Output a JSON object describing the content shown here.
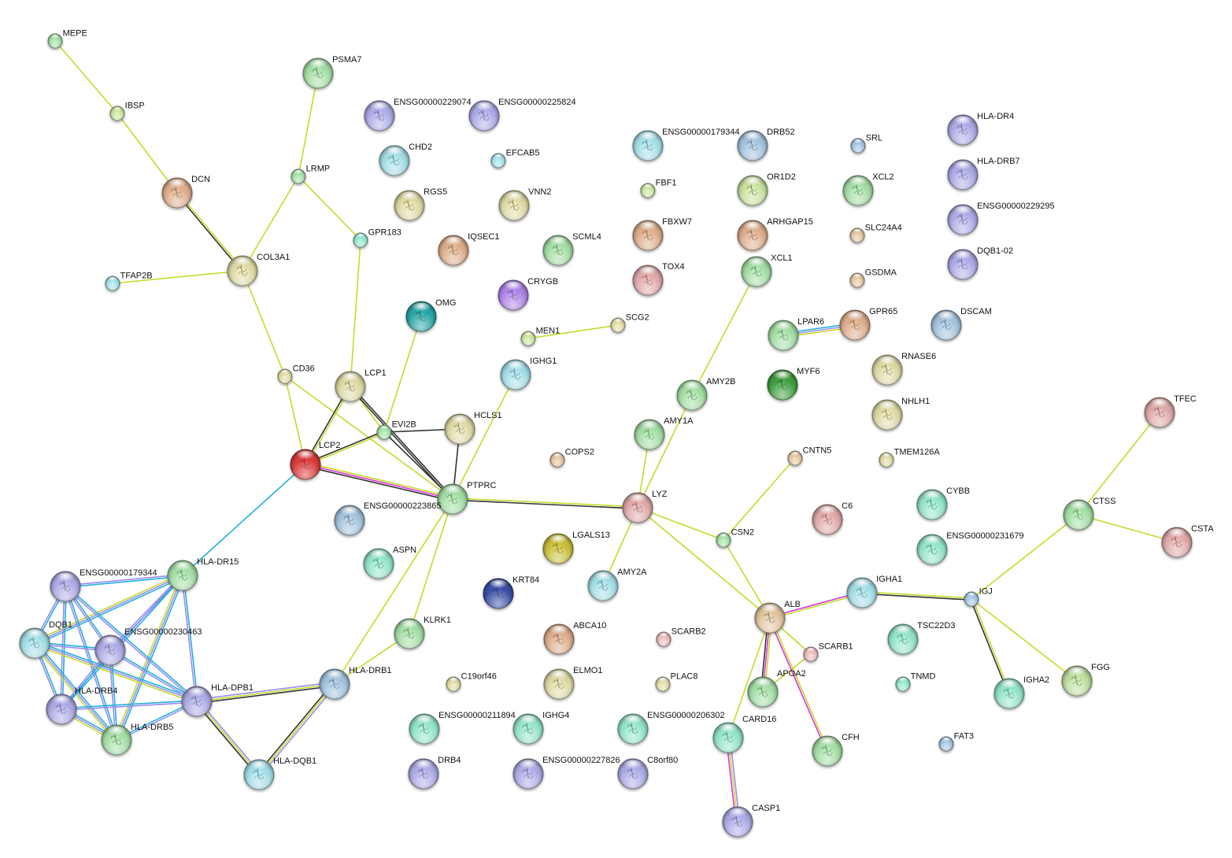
{
  "title": "Protein interaction network",
  "edge_colors": {
    "textmining": "#c6da2b",
    "coexpression": "#333333",
    "experiments": "#dd33dd",
    "databases": "#22b0d8",
    "homology": "#9a8cf0"
  },
  "node_colors": {
    "green": "#9fd6a0",
    "lime": "#c2da9a",
    "olive": "#d6d2a0",
    "tan": "#d8bf9a",
    "brown": "#d6a888",
    "pink": "#d8a4a4",
    "red": "#d43a3a",
    "blue": "#9fbcd6",
    "cyan": "#9fd6de",
    "teal": "#2aa0a0",
    "violet": "#a8a6de",
    "purple": "#a880de",
    "mint": "#8fdcc4",
    "darkgreen": "#3f9a3f",
    "navy": "#3a4ea0",
    "khaki": "#c2b83a",
    "rose": "#e0b4b4",
    "sage": "#b8d69a"
  },
  "nodes": [
    {
      "id": "MEPE",
      "label": "MEPE",
      "color": "green",
      "size": "s"
    },
    {
      "id": "IBSP",
      "label": "IBSP",
      "color": "lime",
      "size": "s"
    },
    {
      "id": "DCN",
      "label": "DCN",
      "color": "brown",
      "size": "l"
    },
    {
      "id": "COL3A1",
      "label": "COL3A1",
      "color": "olive",
      "size": "l"
    },
    {
      "id": "TFAP2B",
      "label": "TFAP2B",
      "color": "cyan",
      "size": "s"
    },
    {
      "id": "PSMA7",
      "label": "PSMA7",
      "color": "green",
      "size": "l"
    },
    {
      "id": "LRMP",
      "label": "LRMP",
      "color": "green",
      "size": "s"
    },
    {
      "id": "GPR183",
      "label": "GPR183",
      "color": "mint",
      "size": "s"
    },
    {
      "id": "CD36",
      "label": "CD36",
      "color": "olive",
      "size": "s"
    },
    {
      "id": "LCP1",
      "label": "LCP1",
      "color": "olive",
      "size": "l"
    },
    {
      "id": "EVI2B",
      "label": "EVI2B",
      "color": "green",
      "size": "s"
    },
    {
      "id": "LCP2",
      "label": "LCP2",
      "color": "red",
      "size": "l"
    },
    {
      "id": "OMG",
      "label": "OMG",
      "color": "teal",
      "size": "l"
    },
    {
      "id": "HCLS1",
      "label": "HCLS1",
      "color": "olive",
      "size": "l"
    },
    {
      "id": "PTPRC",
      "label": "PTPRC",
      "color": "green",
      "size": "l"
    },
    {
      "id": "ENSG00000223865",
      "label": "ENSG00000223865",
      "color": "blue",
      "size": "l",
      "label_pos": "ptprc"
    },
    {
      "id": "ENSG00000229074",
      "label": "ENSG00000229074",
      "color": "violet",
      "size": "l"
    },
    {
      "id": "ENSG00000225824",
      "label": "ENSG00000225824",
      "color": "violet",
      "size": "l"
    },
    {
      "id": "CHD2",
      "label": "CHD2",
      "color": "cyan",
      "size": "l"
    },
    {
      "id": "EFCAB5",
      "label": "EFCAB5",
      "color": "cyan",
      "size": "s"
    },
    {
      "id": "RGS5",
      "label": "RGS5",
      "color": "olive",
      "size": "l"
    },
    {
      "id": "VNN2",
      "label": "VNN2",
      "color": "olive",
      "size": "l"
    },
    {
      "id": "IQSEC1",
      "label": "IQSEC1",
      "color": "brown",
      "size": "l"
    },
    {
      "id": "SCML4",
      "label": "SCML4",
      "color": "green",
      "size": "l"
    },
    {
      "id": "CRYGB",
      "label": "CRYGB",
      "color": "purple",
      "size": "l"
    },
    {
      "id": "MEN1",
      "label": "MEN1",
      "color": "lime",
      "size": "s"
    },
    {
      "id": "SCG2",
      "label": "SCG2",
      "color": "olive",
      "size": "s"
    },
    {
      "id": "IGHG1",
      "label": "IGHG1",
      "color": "cyan",
      "size": "l"
    },
    {
      "id": "COPS2",
      "label": "COPS2",
      "color": "tan",
      "size": "s"
    },
    {
      "id": "ENSG00000179344_top",
      "label": "ENSG00000179344",
      "color": "cyan",
      "size": "l"
    },
    {
      "id": "DRB52",
      "label": "DRB52",
      "color": "blue",
      "size": "l"
    },
    {
      "id": "FBF1",
      "label": "FBF1",
      "color": "lime",
      "size": "s"
    },
    {
      "id": "OR1D2",
      "label": "OR1D2",
      "color": "lime",
      "size": "l"
    },
    {
      "id": "FBXW7",
      "label": "FBXW7",
      "color": "brown",
      "size": "l"
    },
    {
      "id": "ARHGAP15",
      "label": "ARHGAP15",
      "color": "brown",
      "size": "l"
    },
    {
      "id": "TOX4",
      "label": "TOX4",
      "color": "pink",
      "size": "l"
    },
    {
      "id": "XCL1",
      "label": "XCL1",
      "color": "green",
      "size": "l"
    },
    {
      "id": "SRL",
      "label": "SRL",
      "color": "blue",
      "size": "s"
    },
    {
      "id": "XCL2",
      "label": "XCL2",
      "color": "green",
      "size": "l"
    },
    {
      "id": "SLC24A4",
      "label": "SLC24A4",
      "color": "tan",
      "size": "s"
    },
    {
      "id": "GSDMA",
      "label": "GSDMA",
      "color": "tan",
      "size": "s"
    },
    {
      "id": "HLA-DR4",
      "label": "HLA-DR4",
      "color": "violet",
      "size": "l"
    },
    {
      "id": "HLA-DRB7",
      "label": "HLA-DRB7",
      "color": "violet",
      "size": "l"
    },
    {
      "id": "ENSG00000229295",
      "label": "ENSG00000229295",
      "color": "violet",
      "size": "l"
    },
    {
      "id": "DQB1-02",
      "label": "DQB1-02",
      "color": "violet",
      "size": "l"
    },
    {
      "id": "LPAR6",
      "label": "LPAR6",
      "color": "green",
      "size": "l"
    },
    {
      "id": "GPR65",
      "label": "GPR65",
      "color": "brown",
      "size": "l"
    },
    {
      "id": "DSCAM",
      "label": "DSCAM",
      "color": "blue",
      "size": "l"
    },
    {
      "id": "MYF6",
      "label": "MYF6",
      "color": "darkgreen",
      "size": "l"
    },
    {
      "id": "RNASE6",
      "label": "RNASE6",
      "color": "olive",
      "size": "l"
    },
    {
      "id": "NHLH1",
      "label": "NHLH1",
      "color": "olive",
      "size": "l"
    },
    {
      "id": "AMY2B",
      "label": "AMY2B",
      "color": "green",
      "size": "l"
    },
    {
      "id": "AMY1A",
      "label": "AMY1A",
      "color": "green",
      "size": "l"
    },
    {
      "id": "CNTN5",
      "label": "CNTN5",
      "color": "tan",
      "size": "s"
    },
    {
      "id": "TMEM126A",
      "label": "TMEM126A",
      "color": "olive",
      "size": "s"
    },
    {
      "id": "TFEC",
      "label": "TFEC",
      "color": "pink",
      "size": "l"
    },
    {
      "id": "LYZ",
      "label": "LYZ",
      "color": "pink",
      "size": "l"
    },
    {
      "id": "CSN2",
      "label": "CSN2",
      "color": "green",
      "size": "s"
    },
    {
      "id": "C6",
      "label": "C6",
      "color": "pink",
      "size": "l"
    },
    {
      "id": "CYBB",
      "label": "CYBB",
      "color": "mint",
      "size": "l"
    },
    {
      "id": "ENSG00000231679",
      "label": "ENSG00000231679",
      "color": "mint",
      "size": "l"
    },
    {
      "id": "CTSS",
      "label": "CTSS",
      "color": "green",
      "size": "l"
    },
    {
      "id": "CSTA",
      "label": "CSTA",
      "color": "pink",
      "size": "l"
    },
    {
      "id": "ASPN",
      "label": "ASPN",
      "color": "mint",
      "size": "l"
    },
    {
      "id": "LGALS13",
      "label": "LGALS13",
      "color": "khaki",
      "size": "l"
    },
    {
      "id": "KRT84",
      "label": "KRT84",
      "color": "navy",
      "size": "l"
    },
    {
      "id": "AMY2A",
      "label": "AMY2A",
      "color": "cyan",
      "size": "l"
    },
    {
      "id": "KLRK1",
      "label": "KLRK1",
      "color": "green",
      "size": "l"
    },
    {
      "id": "ABCA10",
      "label": "ABCA10",
      "color": "brown",
      "size": "l"
    },
    {
      "id": "SCARB2",
      "label": "SCARB2",
      "color": "rose",
      "size": "s"
    },
    {
      "id": "C19orf46",
      "label": "C19orf46",
      "color": "olive",
      "size": "s"
    },
    {
      "id": "ELMO1",
      "label": "ELMO1",
      "color": "olive",
      "size": "l"
    },
    {
      "id": "PLAC8",
      "label": "PLAC8",
      "color": "olive",
      "size": "s"
    },
    {
      "id": "ENSG00000211894",
      "label": "ENSG00000211894",
      "color": "mint",
      "size": "l"
    },
    {
      "id": "IGHG4",
      "label": "IGHG4",
      "color": "mint",
      "size": "l"
    },
    {
      "id": "ENSG00000206302",
      "label": "ENSG00000206302",
      "color": "mint",
      "size": "l"
    },
    {
      "id": "DRB4",
      "label": "DRB4",
      "color": "violet",
      "size": "l"
    },
    {
      "id": "ENSG00000227826",
      "label": "ENSG00000227826",
      "color": "violet",
      "size": "l"
    },
    {
      "id": "C8orf80",
      "label": "C8orf80",
      "color": "violet",
      "size": "l"
    },
    {
      "id": "ALB",
      "label": "ALB",
      "color": "tan",
      "size": "l"
    },
    {
      "id": "IGHA1",
      "label": "IGHA1",
      "color": "cyan",
      "size": "l"
    },
    {
      "id": "IGJ",
      "label": "IGJ",
      "color": "blue",
      "size": "s"
    },
    {
      "id": "SCARB1",
      "label": "SCARB1",
      "color": "rose",
      "size": "s"
    },
    {
      "id": "APOA2",
      "label": "APOA2",
      "color": "green",
      "size": "l"
    },
    {
      "id": "TSC22D3",
      "label": "TSC22D3",
      "color": "mint",
      "size": "l"
    },
    {
      "id": "TNMD",
      "label": "TNMD",
      "color": "mint",
      "size": "s"
    },
    {
      "id": "IGHA2",
      "label": "IGHA2",
      "color": "mint",
      "size": "l"
    },
    {
      "id": "FGG",
      "label": "FGG",
      "color": "sage",
      "size": "l"
    },
    {
      "id": "CARD16",
      "label": "CARD16",
      "color": "mint",
      "size": "l"
    },
    {
      "id": "CFH",
      "label": "CFH",
      "color": "green",
      "size": "l"
    },
    {
      "id": "FAT3",
      "label": "FAT3",
      "color": "blue",
      "size": "s"
    },
    {
      "id": "CASP1",
      "label": "CASP1",
      "color": "violet",
      "size": "l"
    },
    {
      "id": "HLA-DR15",
      "label": "HLA-DR15",
      "color": "green",
      "size": "l"
    },
    {
      "id": "ENSG00000179344_bot",
      "label": "ENSG00000179344",
      "color": "violet",
      "size": "l"
    },
    {
      "id": "DQB1",
      "label": "DQB1",
      "color": "cyan",
      "size": "l"
    },
    {
      "id": "ENSG00000230463",
      "label": "ENSG00000230463",
      "color": "violet",
      "size": "l"
    },
    {
      "id": "HLA-DRB4",
      "label": "HLA-DRB4",
      "color": "violet",
      "size": "l"
    },
    {
      "id": "HLA-DRB5",
      "label": "HLA-DRB5",
      "color": "green",
      "size": "l"
    },
    {
      "id": "HLA-DPB1",
      "label": "HLA-DPB1",
      "color": "violet",
      "size": "l"
    },
    {
      "id": "HLA-DRB1",
      "label": "HLA-DRB1",
      "color": "blue",
      "size": "l"
    },
    {
      "id": "HLA-DQB1",
      "label": "HLA-DQB1",
      "color": "cyan",
      "size": "l"
    }
  ],
  "edges": [
    {
      "s": "MEPE",
      "t": "IBSP",
      "types": [
        "textmining"
      ]
    },
    {
      "s": "IBSP",
      "t": "DCN",
      "types": [
        "textmining"
      ]
    },
    {
      "s": "DCN",
      "t": "COL3A1",
      "types": [
        "textmining",
        "coexpression"
      ]
    },
    {
      "s": "TFAP2B",
      "t": "COL3A1",
      "types": [
        "textmining"
      ]
    },
    {
      "s": "COL3A1",
      "t": "LRMP",
      "types": [
        "textmining"
      ]
    },
    {
      "s": "PSMA7",
      "t": "LRMP",
      "types": [
        "textmining"
      ]
    },
    {
      "s": "LRMP",
      "t": "GPR183",
      "types": [
        "textmining"
      ]
    },
    {
      "s": "GPR183",
      "t": "LCP1",
      "types": [
        "textmining"
      ]
    },
    {
      "s": "COL3A1",
      "t": "CD36",
      "types": [
        "textmining"
      ]
    },
    {
      "s": "CD36",
      "t": "LCP2",
      "types": [
        "textmining"
      ]
    },
    {
      "s": "CD36",
      "t": "PTPRC",
      "types": [
        "textmining"
      ]
    },
    {
      "s": "LCP1",
      "t": "LCP2",
      "types": [
        "textmining",
        "coexpression"
      ]
    },
    {
      "s": "LCP1",
      "t": "EVI2B",
      "types": [
        "textmining"
      ]
    },
    {
      "s": "LCP1",
      "t": "PTPRC",
      "types": [
        "coexpression",
        "coexpression"
      ]
    },
    {
      "s": "OMG",
      "t": "EVI2B",
      "types": [
        "textmining"
      ]
    },
    {
      "s": "EVI2B",
      "t": "LCP2",
      "types": [
        "textmining",
        "coexpression"
      ]
    },
    {
      "s": "EVI2B",
      "t": "HCLS1",
      "types": [
        "coexpression"
      ]
    },
    {
      "s": "EVI2B",
      "t": "PTPRC",
      "types": [
        "coexpression"
      ]
    },
    {
      "s": "HCLS1",
      "t": "PTPRC",
      "types": [
        "coexpression"
      ]
    },
    {
      "s": "LCP2",
      "t": "PTPRC",
      "types": [
        "textmining",
        "experiments",
        "coexpression"
      ]
    },
    {
      "s": "LCP2",
      "t": "HLA-DR15",
      "types": [
        "databases"
      ]
    },
    {
      "s": "IGHG1",
      "t": "PTPRC",
      "types": [
        "textmining"
      ]
    },
    {
      "s": "PTPRC",
      "t": "LYZ",
      "types": [
        "textmining",
        "coexpression"
      ]
    },
    {
      "s": "PTPRC",
      "t": "KLRK1",
      "types": [
        "textmining"
      ]
    },
    {
      "s": "PTPRC",
      "t": "HLA-DRB1",
      "types": [
        "textmining"
      ]
    },
    {
      "s": "KLRK1",
      "t": "HLA-DRB1",
      "types": [
        "textmining"
      ]
    },
    {
      "s": "MEN1",
      "t": "SCG2",
      "types": [
        "textmining"
      ]
    },
    {
      "s": "XCL1",
      "t": "AMY2B",
      "types": [
        "textmining"
      ]
    },
    {
      "s": "AMY2B",
      "t": "LYZ",
      "types": [
        "textmining"
      ]
    },
    {
      "s": "AMY1A",
      "t": "LYZ",
      "types": [
        "textmining"
      ]
    },
    {
      "s": "LYZ",
      "t": "AMY2A",
      "types": [
        "textmining"
      ]
    },
    {
      "s": "LYZ",
      "t": "CSN2",
      "types": [
        "textmining"
      ]
    },
    {
      "s": "LYZ",
      "t": "ALB",
      "types": [
        "textmining"
      ]
    },
    {
      "s": "CNTN5",
      "t": "CSN2",
      "types": [
        "textmining"
      ]
    },
    {
      "s": "CSN2",
      "t": "ALB",
      "types": [
        "textmining"
      ]
    },
    {
      "s": "LPAR6",
      "t": "GPR65",
      "types": [
        "databases",
        "homology",
        "textmining"
      ]
    },
    {
      "s": "TFEC",
      "t": "CTSS",
      "types": [
        "textmining"
      ]
    },
    {
      "s": "CTSS",
      "t": "CSTA",
      "types": [
        "textmining"
      ]
    },
    {
      "s": "CTSS",
      "t": "IGJ",
      "types": [
        "textmining"
      ]
    },
    {
      "s": "ALB",
      "t": "IGHA1",
      "types": [
        "experiments",
        "textmining"
      ]
    },
    {
      "s": "IGHA1",
      "t": "IGJ",
      "types": [
        "textmining",
        "coexpression"
      ]
    },
    {
      "s": "IGJ",
      "t": "IGHA2",
      "types": [
        "textmining",
        "coexpression"
      ]
    },
    {
      "s": "IGJ",
      "t": "FGG",
      "types": [
        "textmining"
      ]
    },
    {
      "s": "ALB",
      "t": "SCARB1",
      "types": [
        "textmining"
      ]
    },
    {
      "s": "SCARB1",
      "t": "APOA2",
      "types": [
        "textmining"
      ]
    },
    {
      "s": "ALB",
      "t": "APOA2",
      "types": [
        "textmining",
        "experiments",
        "coexpression"
      ]
    },
    {
      "s": "ALB",
      "t": "CARD16",
      "types": [
        "textmining"
      ]
    },
    {
      "s": "ALB",
      "t": "CFH",
      "types": [
        "textmining",
        "experiments"
      ]
    },
    {
      "s": "CARD16",
      "t": "CASP1",
      "types": [
        "homology",
        "textmining",
        "experiments"
      ]
    },
    {
      "s": "HLA-DR15",
      "t": "ENSG00000179344_bot",
      "types": [
        "databases",
        "homology"
      ]
    },
    {
      "s": "HLA-DR15",
      "t": "DQB1",
      "types": [
        "databases",
        "homology",
        "textmining"
      ]
    },
    {
      "s": "HLA-DR15",
      "t": "ENSG00000230463",
      "types": [
        "databases",
        "homology"
      ]
    },
    {
      "s": "HLA-DR15",
      "t": "HLA-DRB4",
      "types": [
        "databases",
        "homology"
      ]
    },
    {
      "s": "HLA-DR15",
      "t": "HLA-DRB5",
      "types": [
        "databases",
        "homology",
        "textmining"
      ]
    },
    {
      "s": "HLA-DR15",
      "t": "HLA-DPB1",
      "types": [
        "databases",
        "homology"
      ]
    },
    {
      "s": "ENSG00000179344_bot",
      "t": "DQB1",
      "types": [
        "databases",
        "homology"
      ]
    },
    {
      "s": "ENSG00000179344_bot",
      "t": "ENSG00000230463",
      "types": [
        "databases",
        "homology"
      ]
    },
    {
      "s": "ENSG00000179344_bot",
      "t": "HLA-DRB4",
      "types": [
        "databases",
        "homology"
      ]
    },
    {
      "s": "ENSG00000179344_bot",
      "t": "HLA-DRB5",
      "types": [
        "databases",
        "homology"
      ]
    },
    {
      "s": "ENSG00000179344_bot",
      "t": "HLA-DPB1",
      "types": [
        "databases",
        "homology"
      ]
    },
    {
      "s": "DQB1",
      "t": "ENSG00000230463",
      "types": [
        "databases",
        "homology"
      ]
    },
    {
      "s": "DQB1",
      "t": "HLA-DRB4",
      "types": [
        "databases",
        "homology"
      ]
    },
    {
      "s": "DQB1",
      "t": "HLA-DRB5",
      "types": [
        "databases",
        "homology",
        "textmining"
      ]
    },
    {
      "s": "DQB1",
      "t": "HLA-DPB1",
      "types": [
        "databases",
        "homology",
        "textmining"
      ]
    },
    {
      "s": "ENSG00000230463",
      "t": "HLA-DRB4",
      "types": [
        "databases",
        "homology"
      ]
    },
    {
      "s": "ENSG00000230463",
      "t": "HLA-DRB5",
      "types": [
        "databases",
        "homology"
      ]
    },
    {
      "s": "ENSG00000230463",
      "t": "HLA-DPB1",
      "types": [
        "databases",
        "homology"
      ]
    },
    {
      "s": "HLA-DRB4",
      "t": "HLA-DRB5",
      "types": [
        "databases",
        "homology",
        "textmining"
      ]
    },
    {
      "s": "HLA-DRB4",
      "t": "HLA-DPB1",
      "types": [
        "databases",
        "homology"
      ]
    },
    {
      "s": "HLA-DRB5",
      "t": "HLA-DPB1",
      "types": [
        "databases",
        "homology"
      ]
    },
    {
      "s": "HLA-DPB1",
      "t": "HLA-DRB1",
      "types": [
        "homology",
        "textmining",
        "coexpression"
      ]
    },
    {
      "s": "HLA-DPB1",
      "t": "HLA-DQB1",
      "types": [
        "homology",
        "textmining",
        "coexpression"
      ]
    },
    {
      "s": "HLA-DRB1",
      "t": "HLA-DQB1",
      "types": [
        "homology",
        "textmining",
        "coexpression"
      ]
    }
  ]
}
